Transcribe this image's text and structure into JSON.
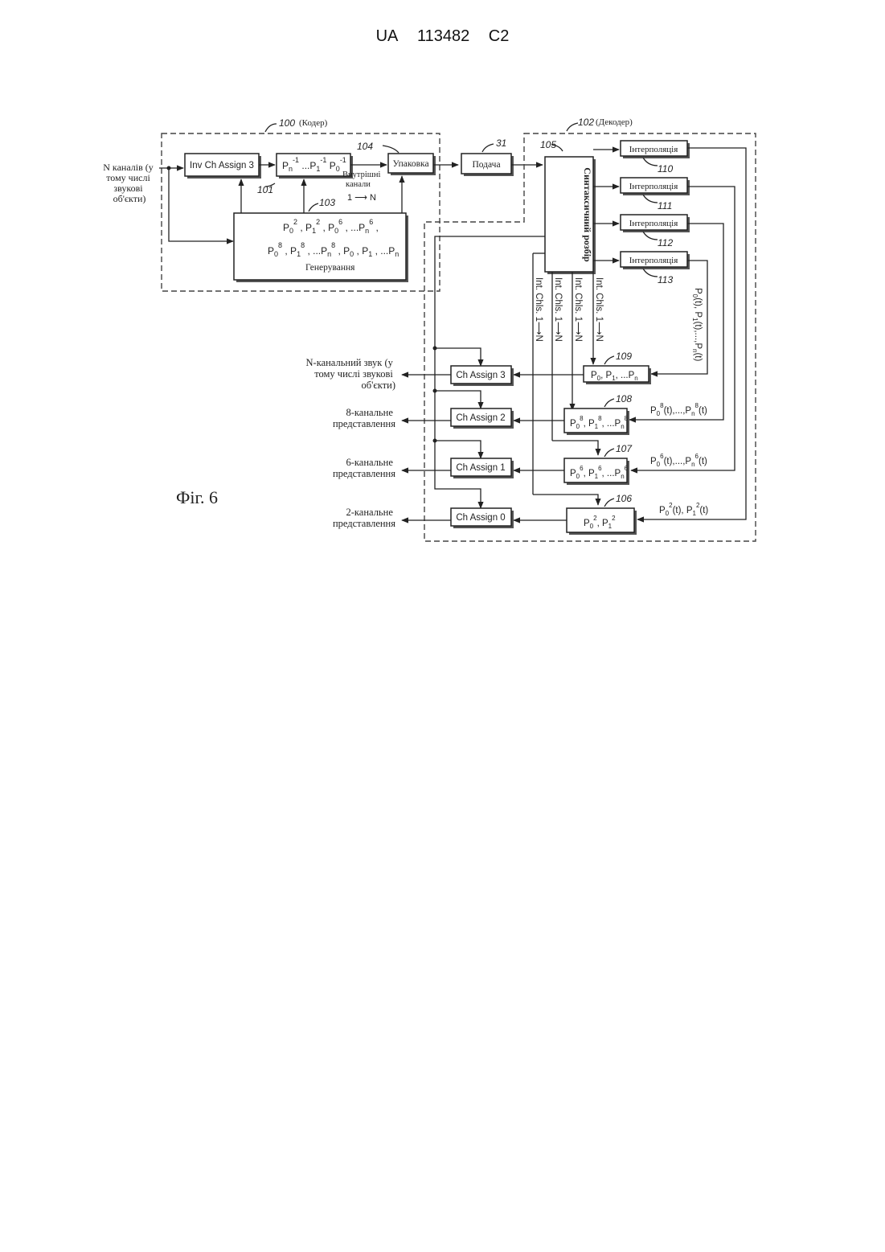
{
  "header": {
    "country": "UA",
    "number": "113482",
    "kind": "C2"
  },
  "figure": {
    "label": "Фіг. 6"
  },
  "encoder": {
    "ref": "100",
    "caption": "(Кодер)",
    "input_label": [
      "N каналів (у",
      "тому числі",
      "звукові",
      "об'єкти)"
    ],
    "inv_ch_assign": "Inv Ch Assign 3",
    "inverse_block_ref": "101",
    "pack_ref": "104",
    "pack_label": "Упаковка",
    "internal_label": [
      "Внутрішні",
      "канали"
    ],
    "internal_range": "1 ⟶ N",
    "gen_ref": "103",
    "gen_label": "Генерування"
  },
  "feed": {
    "ref": "31",
    "label": "Подача"
  },
  "decoder": {
    "ref": "102",
    "caption": "(Декодер)",
    "parser_ref": "105",
    "parser_label": "Синтаксичний розбір",
    "interp_label": "Інтерполяція",
    "interp_refs": [
      "110",
      "111",
      "112",
      "113"
    ],
    "int_chls": [
      "Int. Chls. 1⟶N",
      "Int. Chls. 1⟶N",
      "Int. Chls. 1⟶N",
      "Int. Chls. 1⟶N"
    ],
    "ch_assign": [
      "Ch Assign 3",
      "Ch Assign 2",
      "Ch Assign 1",
      "Ch Assign 0"
    ],
    "matrix_refs": [
      "109",
      "108",
      "107",
      "106"
    ],
    "outputs": [
      [
        "N-канальний звук (у",
        "тому числі звукові",
        "об'єкти)"
      ],
      [
        "8-канальне",
        "представлення"
      ],
      [
        "6-канальне",
        "представлення"
      ],
      [
        "2-канальне",
        "представлення"
      ]
    ]
  }
}
